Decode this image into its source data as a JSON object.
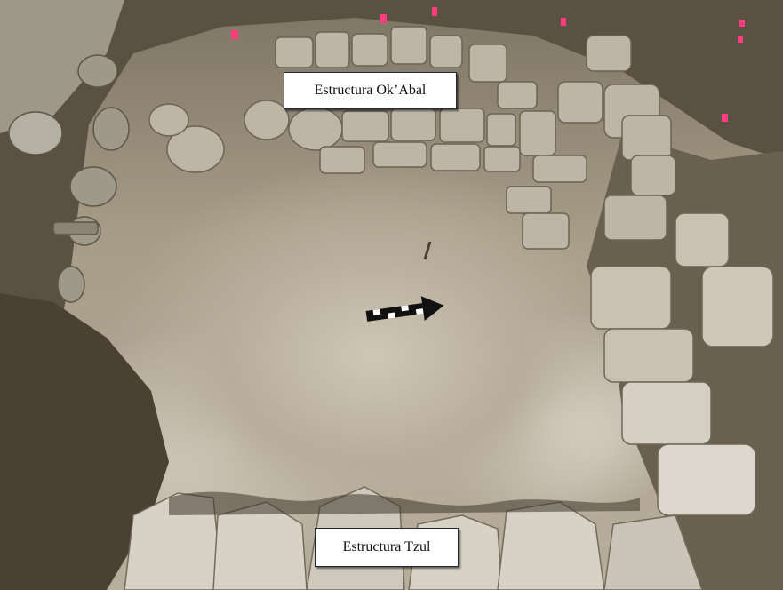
{
  "labels": {
    "upper_structure": "Estructura Ok’Abal",
    "lower_structure": "Estructura Tzul"
  },
  "colors": {
    "label_background": "#ffffff",
    "label_border": "#1e2a3a",
    "soil": "#b8ad9a",
    "stone": "#c9c2b4",
    "dark_soil": "#4a4134",
    "flag": "#ff3d7f"
  },
  "objects": {
    "scale_bar": "black-and-white north-arrow scale bar",
    "markers": "pink survey flags"
  }
}
